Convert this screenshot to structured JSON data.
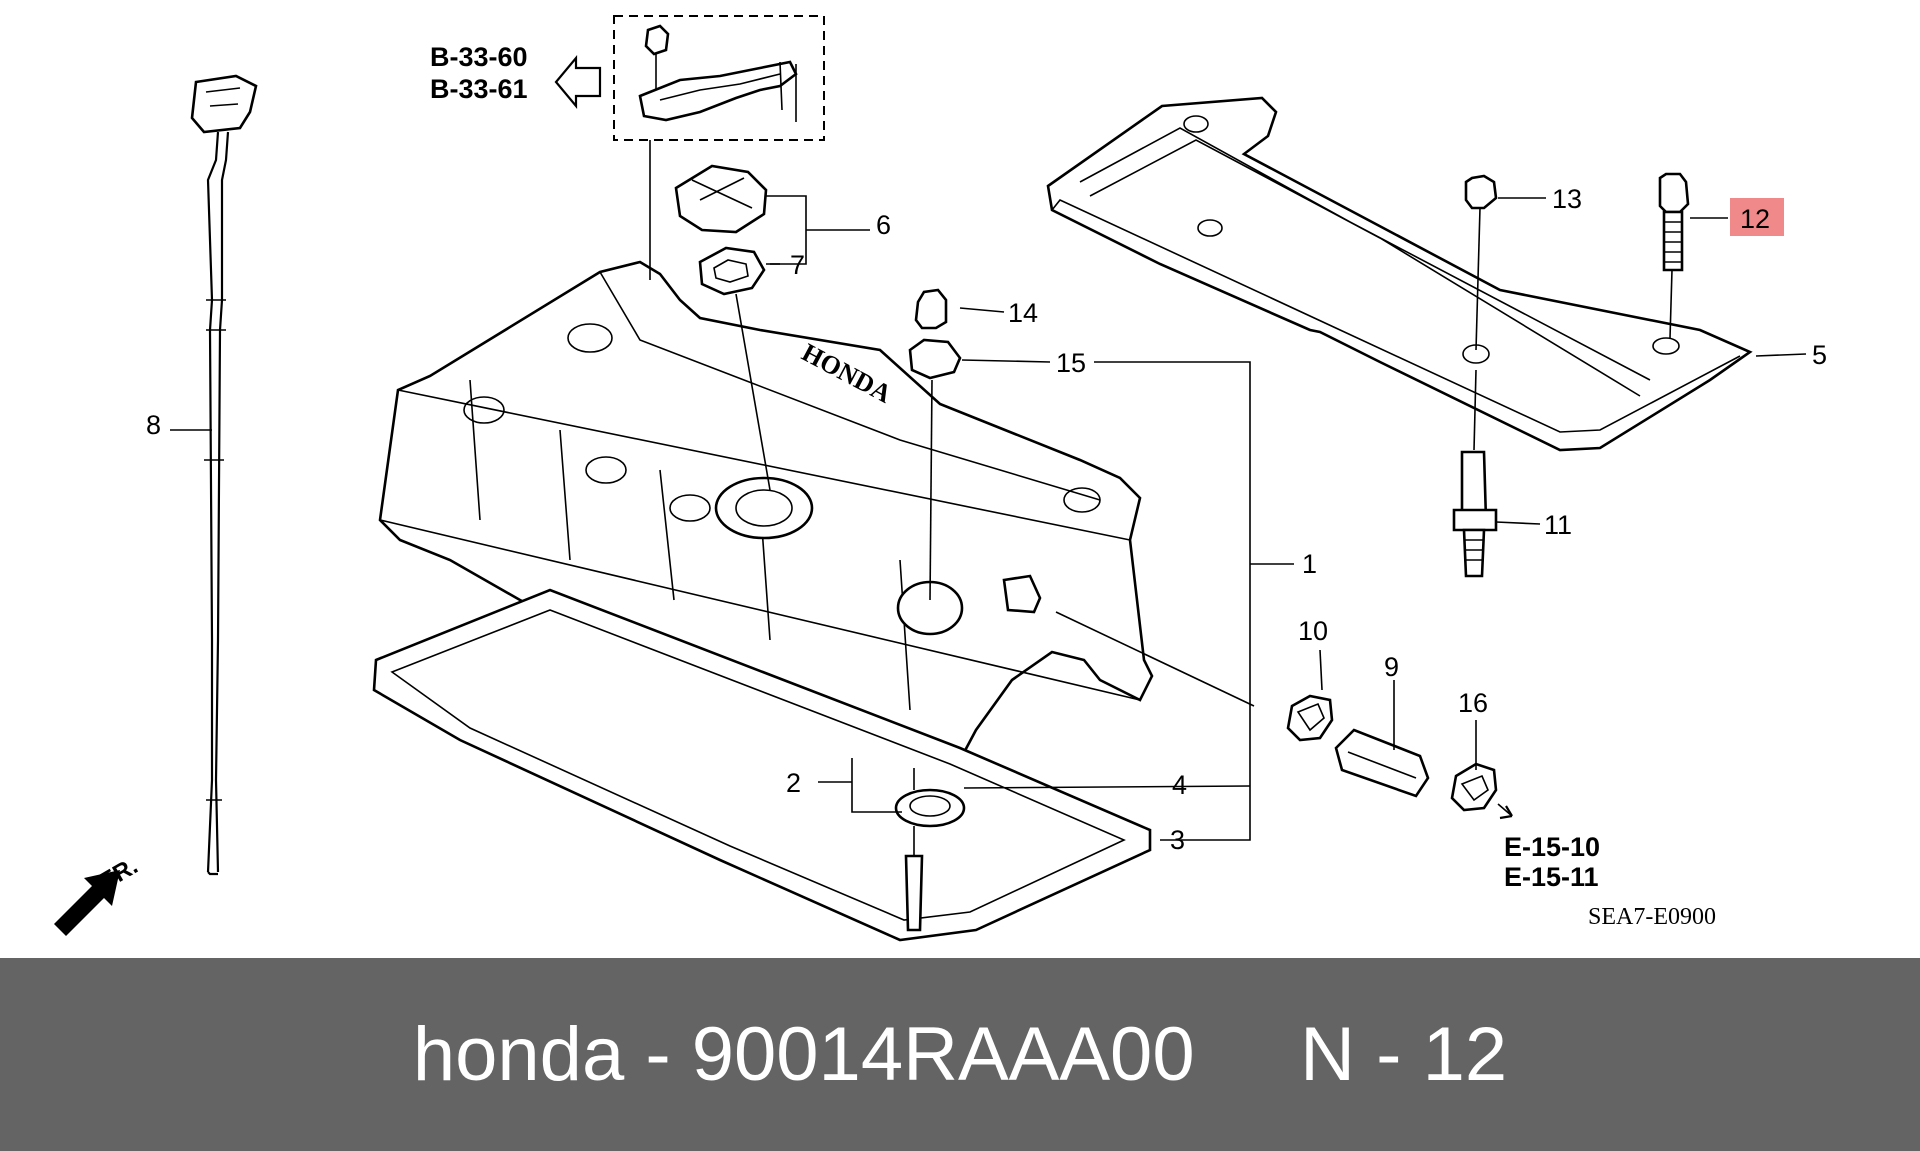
{
  "diagram": {
    "callouts": {
      "c1": "1",
      "c2": "2",
      "c3": "3",
      "c4": "4",
      "c5": "5",
      "c6": "6",
      "c7": "7",
      "c8": "8",
      "c9": "9",
      "c10": "10",
      "c11": "11",
      "c12": "12",
      "c13": "13",
      "c14": "14",
      "c15": "15",
      "c16": "16"
    },
    "highlighted_part": "12",
    "highlight_color": "#f08a8a",
    "references": {
      "top_ref_1": "B-33-60",
      "top_ref_2": "B-33-61",
      "bottom_ref_1": "E-15-10",
      "bottom_ref_2": "E-15-11"
    },
    "front_marker": "FR.",
    "engraving": "HONDA",
    "diagram_code": "SEA7-E0900"
  },
  "footer": {
    "text": "honda - 90014RAAA00     N - 12",
    "background": "#646464",
    "text_color": "#ffffff"
  }
}
